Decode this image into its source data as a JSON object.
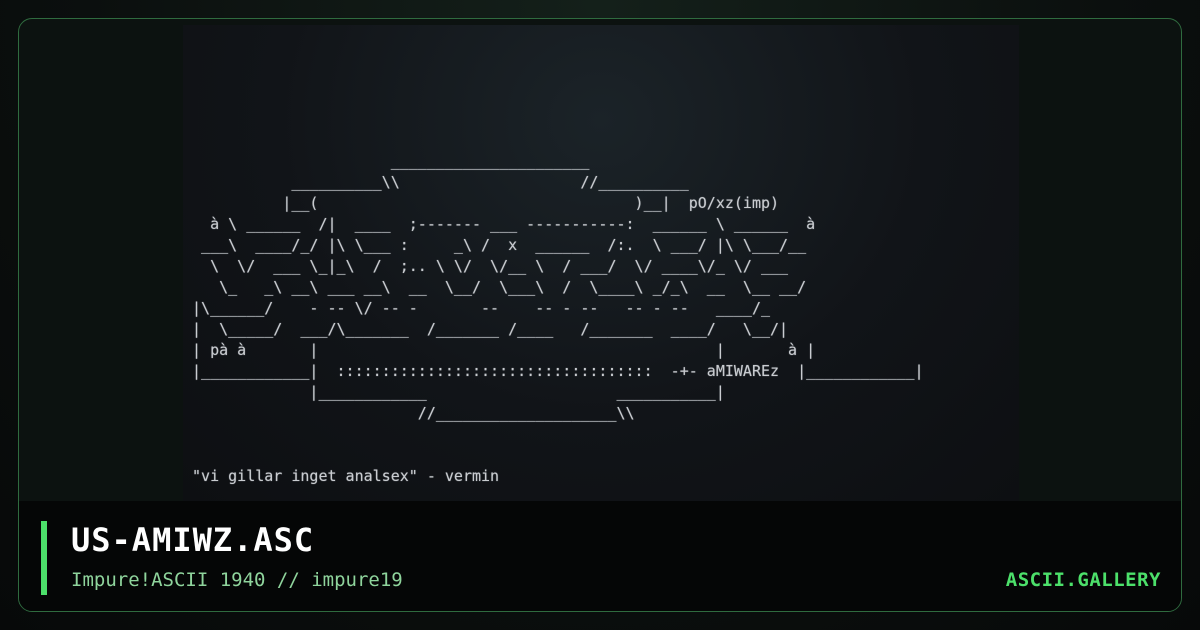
{
  "artwork": {
    "lines": [
      "",
      "",
      "",
      "",
      "",
      "",
      "                       ______________________",
      "            __________\\\\                    //__________",
      "           |__(                                   )__|  pO/xz(imp)",
      "   à \\ ______  /|  ____  ;------- ___ -----------:  ______ \\ ______  à",
      "  ___\\  ____/_/ |\\ \\___ :     _\\ /  x  ______  /:.  \\ ___/ |\\ \\___/__",
      "   \\  \\/  ___ \\_|_\\  /  ;.. \\ \\/  \\/__ \\  / ___/  \\/ ____\\/_ \\/ ___",
      "    \\_   _\\ __\\ ___ __\\  __  \\__/  \\___\\  /  \\____\\ _/_\\  __  \\__ __/",
      " |\\______/    - -- \\/ -- -       --    -- - --   -- - --   ____/_",
      " |  \\_____/  ___/\\_______  /_______ /____   /_______  ____/   \\__/|",
      " | pà à       |                                            |       à |",
      " |____________|  :::::::::::::::::::::::::::::::::::  -+- aMIWAREz  |____________|",
      "              |____________                     ___________|",
      "                          //____________________\\\\",
      "",
      "",
      " \"vi gillar inget analsex\" - vermin"
    ]
  },
  "footer": {
    "title": "US-AMIWZ.ASC",
    "subtitle": "Impure!ASCII 1940 // impure19",
    "brand": "ASCII.GALLERY"
  },
  "colors": {
    "accent": "#4ce06a",
    "border": "#2f6b3f",
    "subtitle": "#8fd49c",
    "art_text": "#c9ccd0"
  }
}
